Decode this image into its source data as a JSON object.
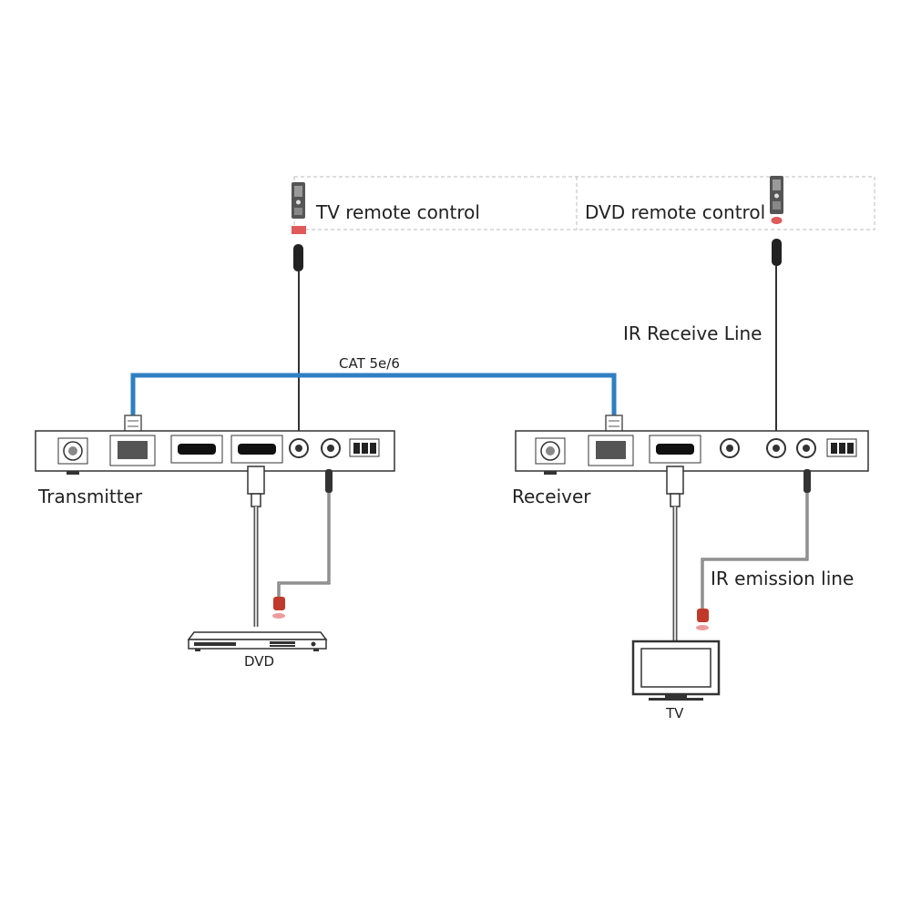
{
  "remotes": {
    "tv_remote_label": "TV remote control",
    "dvd_remote_label": "DVD remote control"
  },
  "cable": {
    "label": "CAT 5e/6",
    "color": "#2f7fc1"
  },
  "lines": {
    "ir_receive_label": "IR Receive Line",
    "ir_emission_label": "IR emission line"
  },
  "devices": {
    "transmitter_label": "Transmitter",
    "receiver_label": "Receiver",
    "dvd_label": "DVD",
    "tv_label": "TV"
  },
  "accent_red": "#e05a5a"
}
